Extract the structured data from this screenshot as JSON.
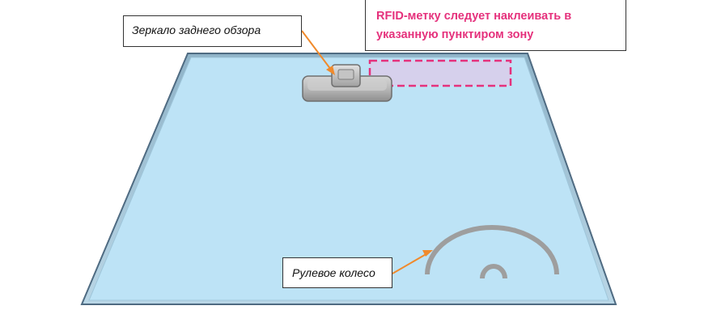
{
  "labels": {
    "mirror": "Зеркало заднего обзора",
    "wheel": "Рулевое колесо",
    "rfid_line1": "RFID-метку следует наклеивать в",
    "rfid_line2": "указанную пунктиром зону"
  },
  "colors": {
    "glass": "#bde3f6",
    "glass_edge": "#506a80",
    "mirror_body": "#b4b4b4",
    "wheel": "#9e9e9e",
    "arrow": "#f08a2c",
    "rfid_zone_border": "#e5317c",
    "rfid_zone_fill": "#d6d0ec",
    "rfid_text": "#e5317c"
  },
  "icons": {
    "mirror": "rear-view-mirror-icon",
    "wheel": "steering-wheel-icon"
  }
}
